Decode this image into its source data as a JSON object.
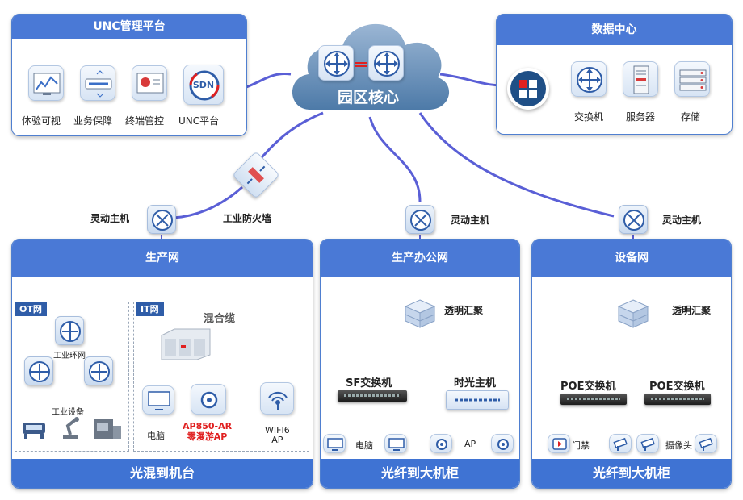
{
  "unc": {
    "title": "UNC管理平台",
    "items": [
      "体验可视",
      "业务保障",
      "终端管控",
      "UNC平台"
    ],
    "sdn": "SDN"
  },
  "core": {
    "title": "园区核心"
  },
  "dc": {
    "title": "数据中心",
    "items": [
      "交换机",
      "服务器",
      "存储"
    ]
  },
  "links": {
    "firewall": "工业防火墙",
    "host1": "灵动主机",
    "host2": "灵动主机",
    "host3": "灵动主机"
  },
  "prod": {
    "title": "生产网",
    "ot_tag": "OT网",
    "it_tag": "IT网",
    "ring": "工业环网",
    "devices": "工业设备",
    "cable": "混合缆",
    "pc": "电脑",
    "ap850": "AP850-AR\n零漫游AP",
    "wifi": "WIFI6\nAP",
    "footer": "光混到机台"
  },
  "office": {
    "title": "生产办公网",
    "agg": "透明汇聚",
    "sf": "SF交换机",
    "timelight": "时光主机",
    "pc": "电脑",
    "ap": "AP",
    "footer": "光纤到大机柜"
  },
  "equip": {
    "title": "设备网",
    "agg": "透明汇聚",
    "poe1": "POE交换机",
    "poe2": "POE交换机",
    "door": "门禁",
    "camera": "摄像头",
    "footer": "光纤到大机柜"
  },
  "colors": {
    "header": "#4a79d6",
    "wire_blue": "#5a5fd6",
    "wire_red": "#e02020",
    "wire_yellow": "#f2b400",
    "wire_green": "#2f9a3a",
    "wire_purple": "#7a3fb0"
  }
}
